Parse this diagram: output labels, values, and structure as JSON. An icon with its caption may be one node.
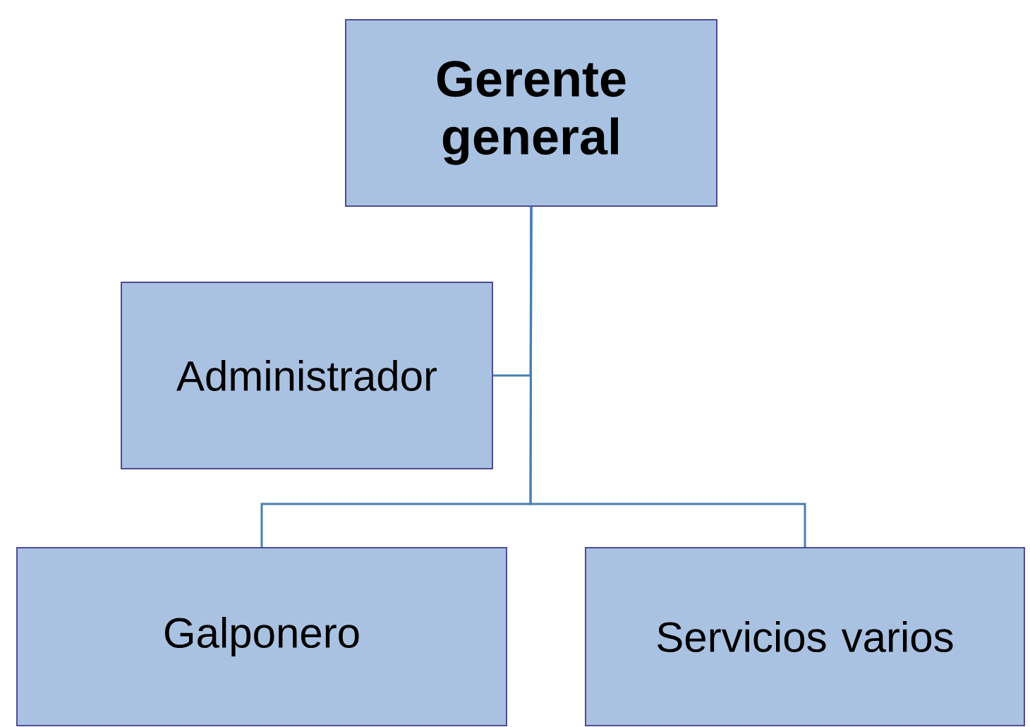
{
  "diagram": {
    "nodes": [
      {
        "text": [
          "Gerente general"
        ]
      },
      {
        "text": [
          "Administrador"
        ]
      },
      {
        "text": [
          "Galponero"
        ]
      },
      {
        "text": [
          "Servicios varios"
        ]
      }
    ],
    "edges": [
      {
        "from": 0,
        "to": 1,
        "arrow": "none"
      },
      {
        "from": 0,
        "to": 2,
        "arrow": "none"
      },
      {
        "from": 0,
        "to": 3,
        "arrow": "none"
      }
    ]
  }
}
